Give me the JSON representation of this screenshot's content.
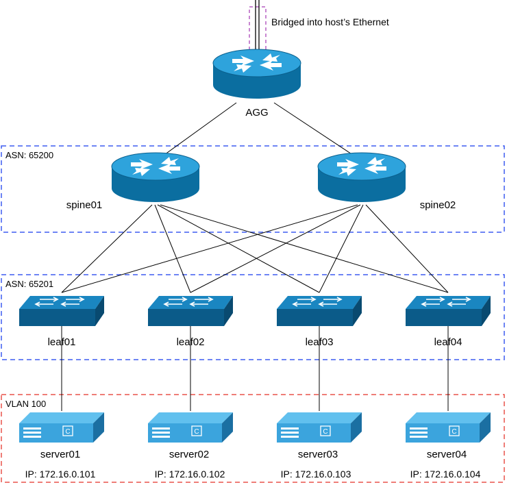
{
  "annotation": {
    "text": "Bridged into host’s Ethernet"
  },
  "colors": {
    "router_body": "#0e7bb0",
    "router_top": "#2b9fd8",
    "switch_body": "#0b5d8a",
    "switch_top": "#1581bd",
    "server_top": "#5bbdee",
    "server_front": "#3da6df",
    "server_side": "#1a73a8",
    "asn_border": "#3d5bf0",
    "vlan_border": "#e8524a",
    "bridge_border": "#b65ec2"
  },
  "zones": [
    {
      "id": "spine-zone",
      "label": "ASN: 65200",
      "style": "asn"
    },
    {
      "id": "leaf-zone",
      "label": "ASN: 65201",
      "style": "asn"
    },
    {
      "id": "vlan-zone",
      "label": "VLAN 100",
      "style": "vlan"
    }
  ],
  "nodes": {
    "agg": {
      "label": "AGG",
      "icon": "router-icon"
    },
    "spines": [
      {
        "label": "spine01",
        "icon": "router-icon"
      },
      {
        "label": "spine02",
        "icon": "router-icon"
      }
    ],
    "leaves": [
      {
        "label": "leaf01",
        "icon": "switch-icon"
      },
      {
        "label": "leaf02",
        "icon": "switch-icon"
      },
      {
        "label": "leaf03",
        "icon": "switch-icon"
      },
      {
        "label": "leaf04",
        "icon": "switch-icon"
      }
    ],
    "servers": [
      {
        "label": "server01",
        "ip": "IP: 172.16.0.101",
        "icon": "server-icon"
      },
      {
        "label": "server02",
        "ip": "IP: 172.16.0.102",
        "icon": "server-icon"
      },
      {
        "label": "server03",
        "ip": "IP: 172.16.0.103",
        "icon": "server-icon"
      },
      {
        "label": "server04",
        "ip": "IP: 172.16.0.104",
        "icon": "server-icon"
      }
    ]
  }
}
